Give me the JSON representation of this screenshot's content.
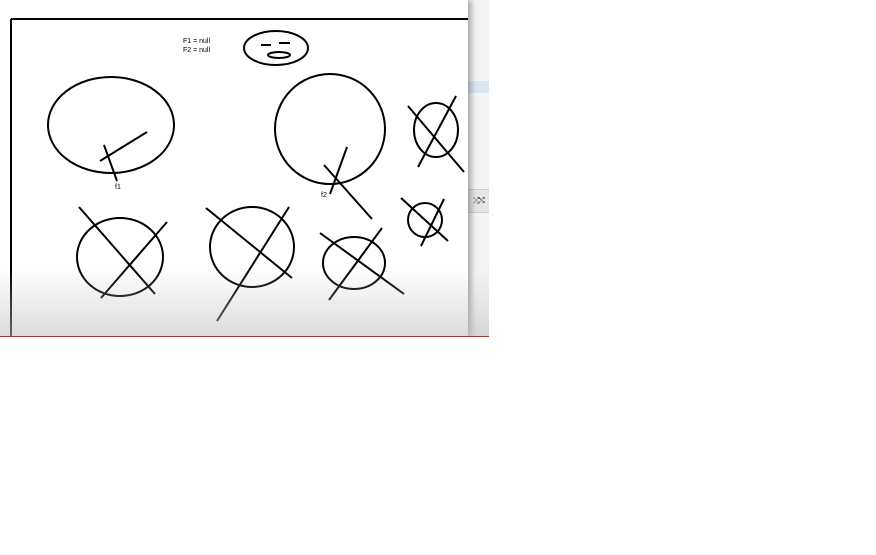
{
  "player": {
    "progress_color": "#e21c1c",
    "side_icon": "shuffle-icon"
  },
  "whiteboard": {
    "notes": {
      "line1": "F1 = null",
      "line2": "F2 = null"
    },
    "labels": {
      "f1": "f1",
      "f2": "f2"
    },
    "face_icon": "meh-face-icon",
    "ink_color": "#000000"
  }
}
